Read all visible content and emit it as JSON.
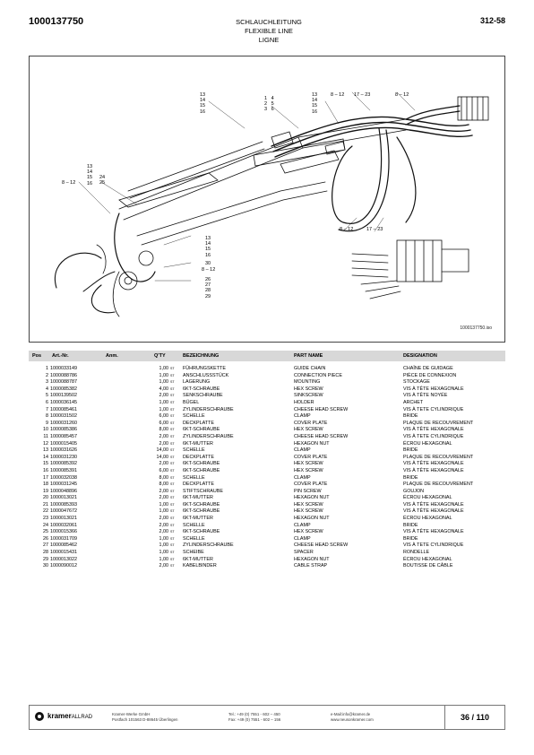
{
  "header": {
    "doc_number": "1000137750",
    "title_de": "SCHLAUCHLEITUNG",
    "title_en": "FLEXIBLE LINE",
    "title_fr": "LIGNE",
    "page_ref": "312-58"
  },
  "drawing": {
    "file_ref": "1000137750.iso",
    "callouts": [
      {
        "text": "13\n14\n15\n16"
      },
      {
        "text": "1   4\n2   5\n3   6"
      },
      {
        "text": "13\n14\n15\n16"
      },
      {
        "text": "8 – 12"
      },
      {
        "text": "17 – 23"
      },
      {
        "text": "8 – 12"
      },
      {
        "text": "13\n14\n15\n16"
      },
      {
        "text": "24\n25"
      },
      {
        "text": "8 – 12"
      },
      {
        "text": "13\n14\n15\n16"
      },
      {
        "text": "30"
      },
      {
        "text": "8 – 12"
      },
      {
        "text": "26\n27\n28\n29"
      },
      {
        "text": "8 – 12"
      },
      {
        "text": "17 – 23"
      }
    ]
  },
  "table": {
    "headers": {
      "pos": "Pos",
      "art": "Art.-Nr.",
      "anm": "Anm.",
      "qty": "Q'TY",
      "de": "BEZEICHNUNG",
      "en": "PART NAME",
      "fr": "DESIGNATION"
    },
    "rows": [
      {
        "pos": "1",
        "art": "1000033149",
        "qty": "1,00",
        "unit": "ST",
        "de": "FÜHRUNGSKETTE",
        "en": "GUIDE CHAIN",
        "fr": "CHAÎNE DE GUIDAGE"
      },
      {
        "pos": "2",
        "art": "1000088786",
        "qty": "1,00",
        "unit": "ST",
        "de": "ANSCHLUSSSTÜCK",
        "en": "CONNECTION PIECE",
        "fr": "PIÈCE DE CONNEXION"
      },
      {
        "pos": "3",
        "art": "1000088787",
        "qty": "1,00",
        "unit": "ST",
        "de": "LAGERUNG",
        "en": "MOUNTING",
        "fr": "STOCKAGE"
      },
      {
        "pos": "4",
        "art": "1000085382",
        "qty": "4,00",
        "unit": "ST",
        "de": "6KT-SCHRAUBE",
        "en": "HEX SCREW",
        "fr": "VIS À TÊTE HEXAGONALE"
      },
      {
        "pos": "5",
        "art": "1000139502",
        "qty": "2,00",
        "unit": "ST",
        "de": "SENKSCHRAUBE",
        "en": "SINKSCREW",
        "fr": "VIS À TÊTE NOYÉE"
      },
      {
        "pos": "6",
        "art": "1000036145",
        "qty": "1,00",
        "unit": "ST",
        "de": "BÜGEL",
        "en": "HOLDER",
        "fr": "ARCHET"
      },
      {
        "pos": "7",
        "art": "1000085461",
        "qty": "1,00",
        "unit": "ST",
        "de": "ZYLINDERSCHRAUBE",
        "en": "CHEESE HEAD SCREW",
        "fr": "VIS À TETE CYLINDRIQUE"
      },
      {
        "pos": "8",
        "art": "1000031502",
        "qty": "6,00",
        "unit": "ST",
        "de": "SCHELLE",
        "en": "CLAMP",
        "fr": "BRIDE"
      },
      {
        "pos": "9",
        "art": "1000031260",
        "qty": "6,00",
        "unit": "ST",
        "de": "DECKPLATTE",
        "en": "COVER PLATE",
        "fr": "PLAQUE DE RECOUVREMENT"
      },
      {
        "pos": "10",
        "art": "1000085386",
        "qty": "8,00",
        "unit": "ST",
        "de": "6KT-SCHRAUBE",
        "en": "HEX SCREW",
        "fr": "VIS À TÊTE HEXAGONALE"
      },
      {
        "pos": "11",
        "art": "1000085457",
        "qty": "2,00",
        "unit": "ST",
        "de": "ZYLINDERSCHRAUBE",
        "en": "CHEESE HEAD SCREW",
        "fr": "VIS À TETE CYLINDRIQUE"
      },
      {
        "pos": "12",
        "art": "1000015405",
        "qty": "2,00",
        "unit": "ST",
        "de": "6KT-MUTTER",
        "en": "HEXAGON NUT",
        "fr": "ÉCROU HEXAGONAL"
      },
      {
        "pos": "13",
        "art": "1000031626",
        "qty": "14,00",
        "unit": "ST",
        "de": "SCHELLE",
        "en": "CLAMP",
        "fr": "BRIDE"
      },
      {
        "pos": "14",
        "art": "1000031230",
        "qty": "14,00",
        "unit": "ST",
        "de": "DECKPLATTE",
        "en": "COVER PLATE",
        "fr": "PLAQUE DE RECOUVREMENT"
      },
      {
        "pos": "15",
        "art": "1000085392",
        "qty": "2,00",
        "unit": "ST",
        "de": "6KT-SCHRAUBE",
        "en": "HEX SCREW",
        "fr": "VIS À TÊTE HEXAGONALE"
      },
      {
        "pos": "16",
        "art": "1000085391",
        "qty": "6,00",
        "unit": "ST",
        "de": "6KT-SCHRAUBE",
        "en": "HEX SCREW",
        "fr": "VIS À TÊTE HEXAGONALE"
      },
      {
        "pos": "17",
        "art": "1000032038",
        "qty": "8,00",
        "unit": "ST",
        "de": "SCHELLE",
        "en": "CLAMP",
        "fr": "BRIDE"
      },
      {
        "pos": "18",
        "art": "1000031245",
        "qty": "8,00",
        "unit": "ST",
        "de": "DECKPLATTE",
        "en": "COVER PLATE",
        "fr": "PLAQUE DE RECOUVREMENT"
      },
      {
        "pos": "19",
        "art": "1000048896",
        "qty": "2,00",
        "unit": "ST",
        "de": "STIFTSCHRAUBE",
        "en": "PIN SCREW",
        "fr": "GOUJON"
      },
      {
        "pos": "20",
        "art": "1000013021",
        "qty": "2,00",
        "unit": "ST",
        "de": "6KT-MUTTER",
        "en": "HEXAGON NUT",
        "fr": "ÉCROU HEXAGONAL"
      },
      {
        "pos": "21",
        "art": "1000085393",
        "qty": "1,00",
        "unit": "ST",
        "de": "6KT-SCHRAUBE",
        "en": "HEX SCREW",
        "fr": "VIS À TÊTE HEXAGONALE"
      },
      {
        "pos": "22",
        "art": "1000047672",
        "qty": "1,00",
        "unit": "ST",
        "de": "6KT-SCHRAUBE",
        "en": "HEX SCREW",
        "fr": "VIS À TÊTE HEXAGONALE"
      },
      {
        "pos": "23",
        "art": "1000013021",
        "qty": "2,00",
        "unit": "ST",
        "de": "6KT-MUTTER",
        "en": "HEXAGON NUT",
        "fr": "ÉCROU HEXAGONAL"
      },
      {
        "pos": "24",
        "art": "1000032061",
        "qty": "2,00",
        "unit": "ST",
        "de": "SCHELLE",
        "en": "CLAMP",
        "fr": "BRIDE"
      },
      {
        "pos": "25",
        "art": "1000015366",
        "qty": "2,00",
        "unit": "ST",
        "de": "6KT-SCHRAUBE",
        "en": "HEX SCREW",
        "fr": "VIS À TÊTE HEXAGONALE"
      },
      {
        "pos": "26",
        "art": "1000031709",
        "qty": "1,00",
        "unit": "ST",
        "de": "SCHELLE",
        "en": "CLAMP",
        "fr": "BRIDE"
      },
      {
        "pos": "27",
        "art": "1000085462",
        "qty": "1,00",
        "unit": "ST",
        "de": "ZYLINDERSCHRAUBE",
        "en": "CHEESE HEAD SCREW",
        "fr": "VIS À TETE CYLINDRIQUE"
      },
      {
        "pos": "28",
        "art": "1000015431",
        "qty": "1,00",
        "unit": "ST",
        "de": "SCHEIBE",
        "en": "SPACER",
        "fr": "RONDELLE"
      },
      {
        "pos": "29",
        "art": "1000013022",
        "qty": "1,00",
        "unit": "ST",
        "de": "6KT-MUTTER",
        "en": "HEXAGON NUT",
        "fr": "ÉCROU HEXAGONAL"
      },
      {
        "pos": "30",
        "art": "1000090012",
        "qty": "2,00",
        "unit": "ST",
        "de": "KABELBINDER",
        "en": "CABLE STRAP",
        "fr": "BOUTISSE DE CÂBLE"
      }
    ]
  },
  "footer": {
    "brand": "kramer",
    "brand_sub": "ALLRAD",
    "company": "Kramer-Werke GmbH",
    "address": "Postfach 101563 D-88645 Überlingen",
    "tel": "Tel.: +49 (0) 7551 - 602 – 450",
    "fax": "Fax: +49 (0) 7551 - 602 – 156",
    "email": "e-Mail:info@kramer.de",
    "web": "www.neusonkramer.com",
    "page": "36 / 110"
  }
}
